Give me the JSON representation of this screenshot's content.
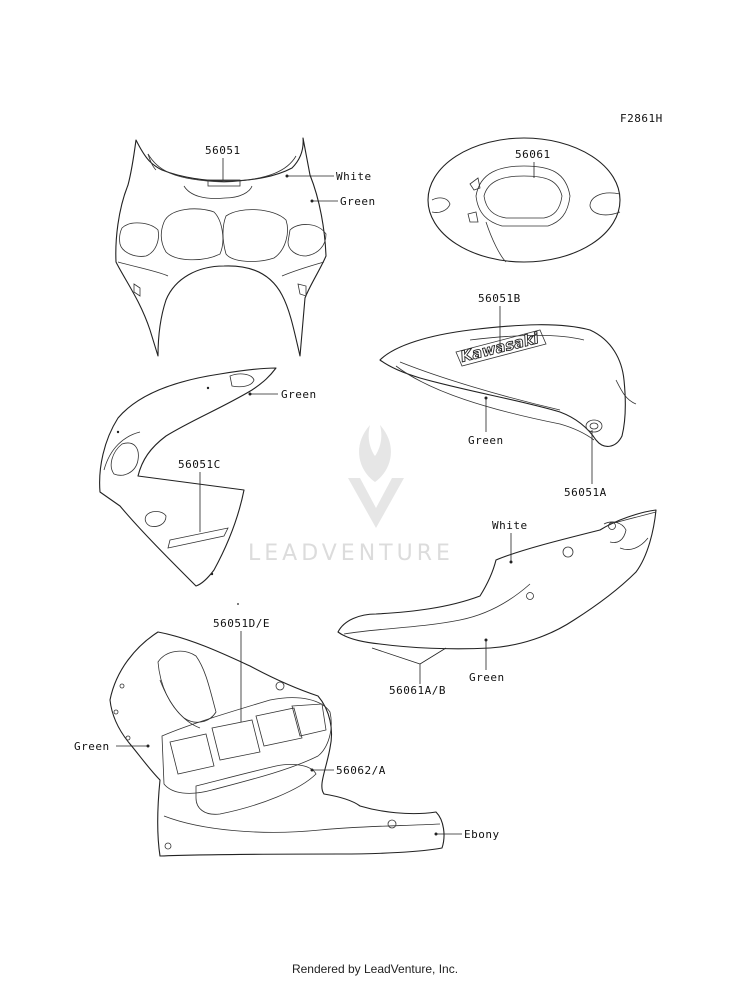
{
  "figure_code": "F2861H",
  "watermark": "LEADVENTURE",
  "footer": "Rendered by LeadVenture, Inc.",
  "decal_logo_text": "Kawasaki",
  "callouts": {
    "windshield_part": "56051",
    "windshield_white": "White",
    "windshield_green": "Green",
    "seat_cowl_part": "56061",
    "tank_part": "56051B",
    "tank_green": "Green",
    "tank_emblem_part": "56051A",
    "inner_fairing_green": "Green",
    "inner_fairing_part": "56051C",
    "side_cover_white": "White",
    "side_cover_green": "Green",
    "side_cover_part": "56061A/B",
    "lower_fairing_part": "56051D/E",
    "lower_fairing_green": "Green",
    "lower_fairing_part2": "56062/A",
    "lower_fairing_ebony": "Ebony"
  },
  "colors": {
    "line": "#222222",
    "watermark": "#dcdcdc"
  }
}
